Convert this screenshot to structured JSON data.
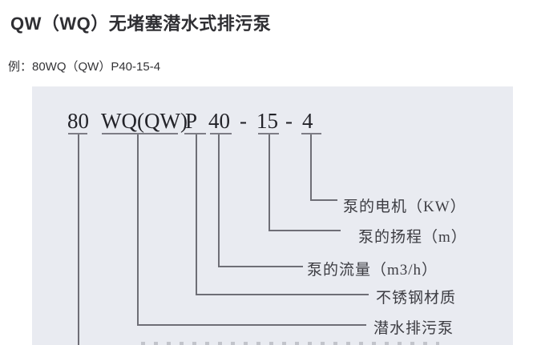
{
  "page": {
    "title": "QW（WQ）无堵塞潜水式排污泵",
    "example": "例：80WQ（QW）P40-15-4"
  },
  "diagram": {
    "model_code": "80 WQ(QW) P 40 - 15 - 4",
    "code_segments": [
      "80",
      "WQ(QW)",
      "P",
      "40",
      "-",
      "15",
      "-",
      "4"
    ],
    "labels": [
      {
        "text": "泵的电机（KW）",
        "connects_to": "4"
      },
      {
        "text": "泵的扬程（m）",
        "connects_to": "15"
      },
      {
        "text": "泵的流量（m3/h）",
        "connects_to": "40"
      },
      {
        "text": "不锈钢材质",
        "connects_to": "P"
      },
      {
        "text": "潜水排污泵",
        "connects_to": "WQ(QW)"
      }
    ],
    "colors": {
      "panel_bg": "#e9ebf1",
      "line": "#6e6e76",
      "code_text": "#232329",
      "label_text": "#3c3c42"
    }
  }
}
